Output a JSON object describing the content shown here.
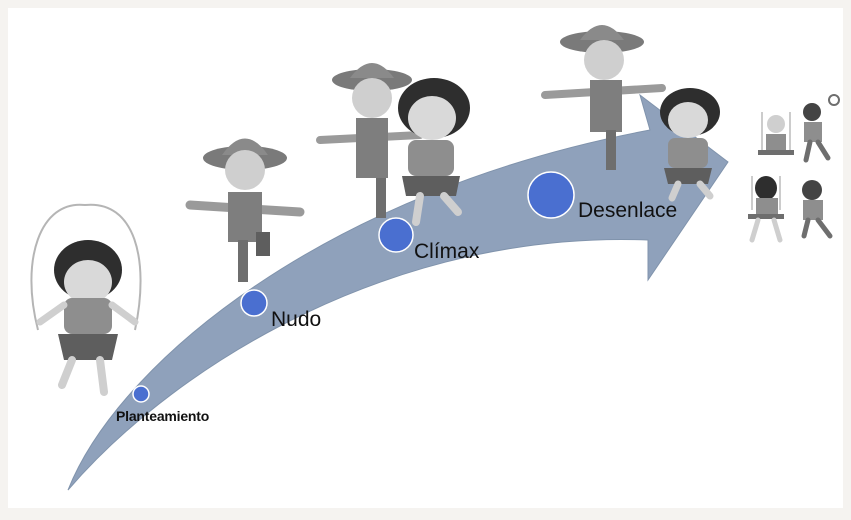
{
  "diagram": {
    "stages": [
      {
        "id": "planteamiento",
        "label": "Planteamiento"
      },
      {
        "id": "nudo",
        "label": "Nudo"
      },
      {
        "id": "climax",
        "label": "Clímax"
      },
      {
        "id": "desenlace",
        "label": "Desenlace"
      }
    ],
    "colors": {
      "arrow": "#8a9db8",
      "arrow_edge": "#7a8ea8",
      "stage_circle": "#4a6fd0",
      "stage_circle_stroke": "#ffffff",
      "figure_gray": "#9a9a9a",
      "background": "#f5f3f0",
      "panel": "#ffffff"
    },
    "icons": [
      "girl-jumping-rope-icon",
      "scarecrow-icon",
      "scarecrow-and-girl-icon",
      "children-playing-icon"
    ]
  }
}
